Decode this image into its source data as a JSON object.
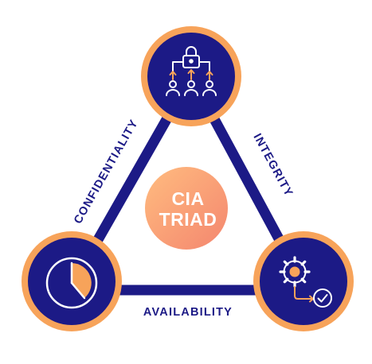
{
  "center": {
    "line1": "CIA",
    "line2": "TRIAD"
  },
  "sides": {
    "left": "CONFIDENTIALITY",
    "right": "INTEGRITY",
    "bottom": "AVAILABILITY"
  },
  "nodes": {
    "top": {
      "icon": "access-control-hierarchy-icon"
    },
    "bottom_left": {
      "icon": "clock-icon"
    },
    "bottom_right": {
      "icon": "gear-checkmark-icon"
    }
  },
  "colors": {
    "navy": "#1c1a86",
    "orange": "#f7a35a",
    "gradient_light": "#ffb77d",
    "gradient_dark": "#f58a73",
    "text_navy": "#1c1a86",
    "white": "#ffffff"
  }
}
